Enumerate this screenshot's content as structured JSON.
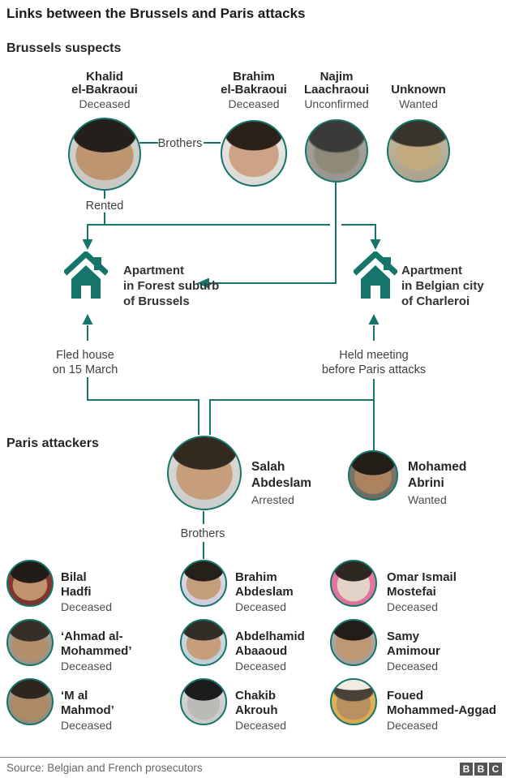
{
  "accent_color": "#16756a",
  "title": "Links between the Brussels and Paris attacks",
  "sections": {
    "brussels": "Brussels suspects",
    "paris": "Paris attackers"
  },
  "brussels": {
    "suspects": [
      {
        "name": [
          "Khalid",
          "el-Bakraoui"
        ],
        "status": "Deceased"
      },
      {
        "name": [
          "Brahim",
          "el-Bakraoui"
        ],
        "status": "Deceased"
      },
      {
        "name": [
          "Najim",
          "Laachraoui"
        ],
        "status": "Unconfirmed"
      },
      {
        "name": [
          "Unknown"
        ],
        "status": "Wanted"
      }
    ]
  },
  "labels": {
    "brothers_top": "Brothers",
    "rented": "Rented",
    "fled": [
      "Fled house",
      "on 15 March"
    ],
    "held": [
      "Held meeting",
      "before Paris attacks"
    ],
    "brothers_bottom": "Brothers"
  },
  "apartments": [
    {
      "lines": [
        "Apartment",
        "in Forest suburb",
        "of Brussels"
      ]
    },
    {
      "lines": [
        "Apartment",
        "in Belgian city",
        "of Charleroi"
      ]
    }
  ],
  "paris": {
    "main": [
      {
        "name": [
          "Salah",
          "Abdeslam"
        ],
        "status": "Arrested"
      },
      {
        "name": [
          "Mohamed",
          "Abrini"
        ],
        "status": "Wanted"
      }
    ],
    "grid": [
      {
        "name": [
          "Bilal",
          "Hadfi"
        ],
        "status": "Deceased"
      },
      {
        "name": [
          "Brahim",
          "Abdeslam"
        ],
        "status": "Deceased"
      },
      {
        "name": [
          "Omar Ismail",
          "Mostefai"
        ],
        "status": "Deceased"
      },
      {
        "name": [
          "‘Ahmad al-",
          "Mohammed’"
        ],
        "status": "Deceased"
      },
      {
        "name": [
          "Abdelhamid",
          "Abaaoud"
        ],
        "status": "Deceased"
      },
      {
        "name": [
          "Samy",
          "Amimour"
        ],
        "status": "Deceased"
      },
      {
        "name": [
          "‘M al",
          "Mahmod’"
        ],
        "status": "Deceased"
      },
      {
        "name": [
          "Chakib",
          "Akrouh"
        ],
        "status": "Deceased"
      },
      {
        "name": [
          "Foued",
          "Mohammed-Aggad"
        ],
        "status": "Deceased"
      }
    ]
  },
  "footer": {
    "source": "Source: Belgian and French prosecutors",
    "logo_letters": [
      "B",
      "B",
      "C"
    ]
  }
}
